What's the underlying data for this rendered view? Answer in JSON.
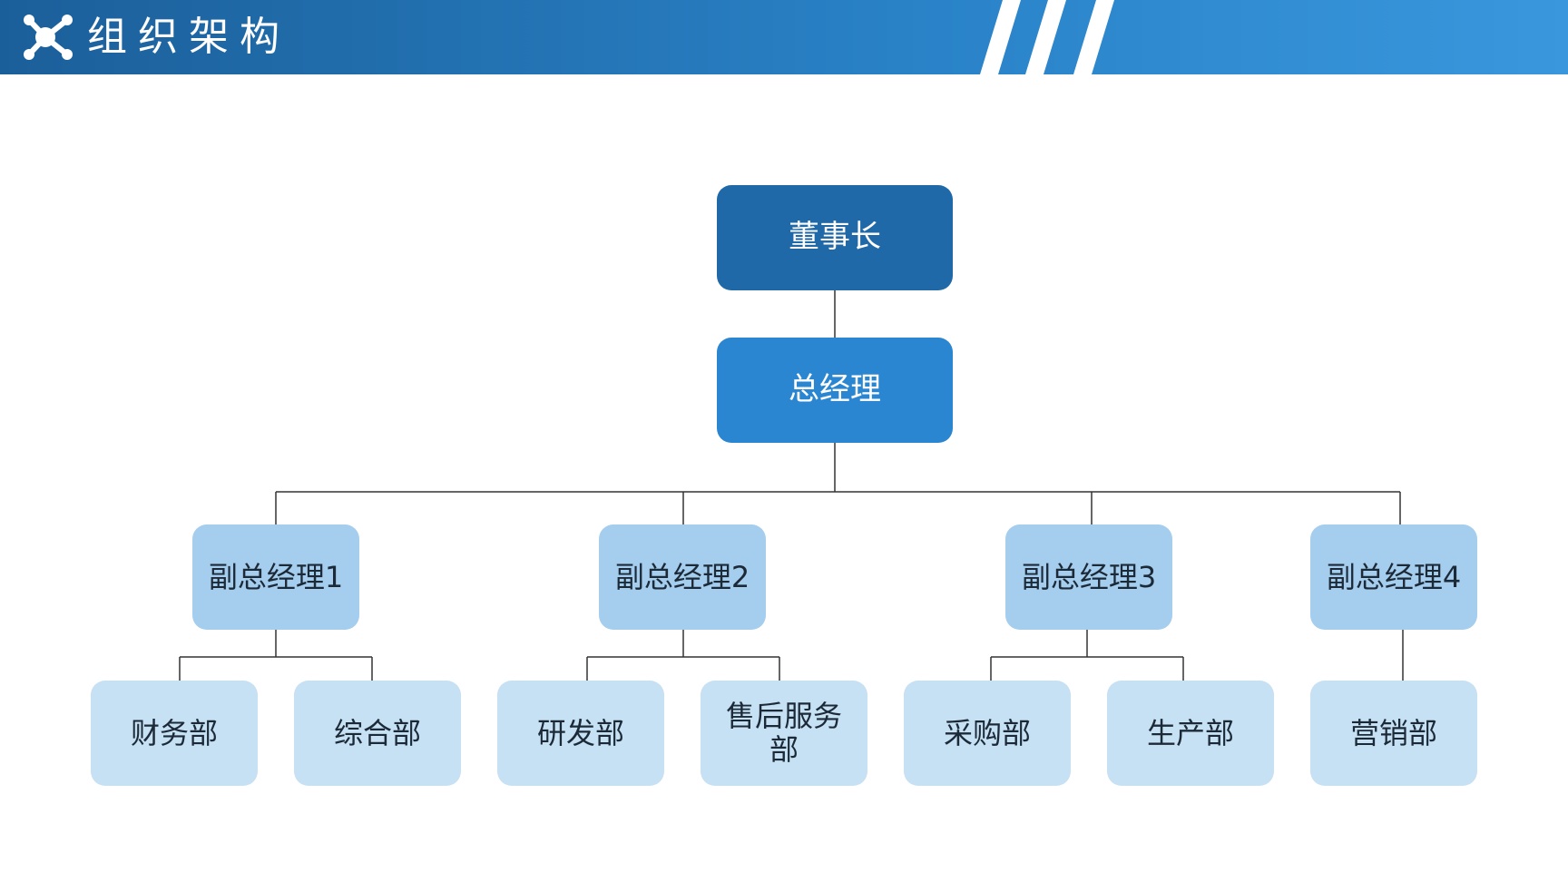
{
  "header": {
    "title": "组织架构",
    "logo_icon": "molecule-network-icon"
  },
  "colors": {
    "header_start": "#1b5f9a",
    "header_end": "#3a97dd",
    "level0": "#1f69a8",
    "level1": "#2a86d0",
    "level2": "#a5cdee",
    "level3": "#c6e0f4",
    "connector": "#333333"
  },
  "org": {
    "chairman": "董事长",
    "general_manager": "总经理",
    "deputies": [
      {
        "label": "副总经理1",
        "departments": [
          "财务部",
          "综合部"
        ]
      },
      {
        "label": "副总经理2",
        "departments": [
          "研发部",
          "售后服务部"
        ]
      },
      {
        "label": "副总经理3",
        "departments": [
          "采购部",
          "生产部"
        ]
      },
      {
        "label": "副总经理4",
        "departments": [
          "营销部"
        ]
      }
    ]
  }
}
